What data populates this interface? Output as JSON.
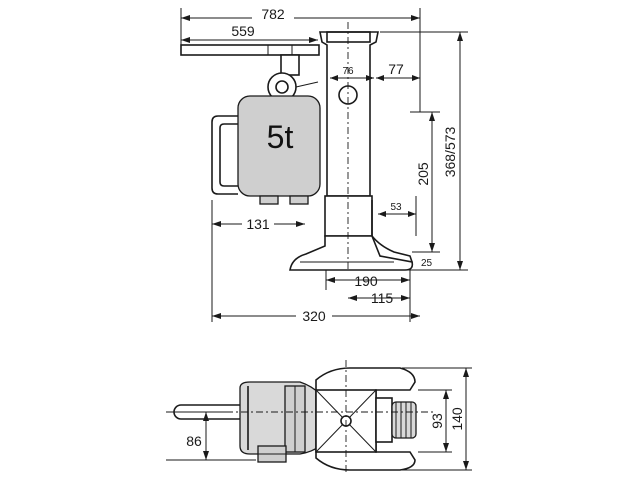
{
  "drawing": {
    "capacity_label": "5t",
    "dimensions": {
      "overall_length": "782",
      "lever_length": "559",
      "head_width": "76",
      "head_offset": "77",
      "stroke": "205",
      "height": "368/573",
      "toe_width": "53",
      "toe_height": "25",
      "handle_to_center": "131",
      "foot_length": "190",
      "toe_to_center": "115",
      "base_length": "320",
      "lever_offset": "86",
      "body_width": "93",
      "base_width": "140"
    }
  }
}
